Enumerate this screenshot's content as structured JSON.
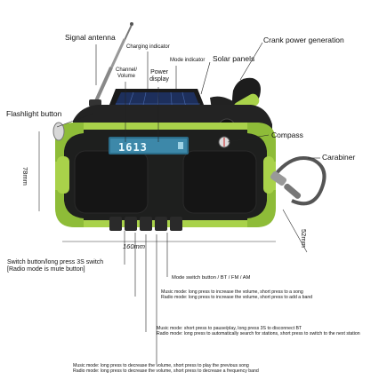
{
  "labels": {
    "signal_antenna": "Signal antenna",
    "charging_indicator": "Charging indicator",
    "mode_indicator": "Mode indicator",
    "solar_panels": "Solar panels",
    "crank_power": "Crank power generation",
    "channel_volume_1": "Channel/",
    "channel_volume_2": "Volume",
    "power_display_1": "Power",
    "power_display_2": "display",
    "flashlight_button": "Flashlight button",
    "compass": "Compass",
    "carabiner": "Carabiner",
    "switch_button_1": "Switch button/long press 3S switch",
    "switch_button_2": "[Radio mode is mute button]",
    "mode_switch": "Mode switch button / BT / FM / AM",
    "music_up_1": "Music mode: long press to increase the volume, short press to a song",
    "music_up_2": "Radio mode: long press to increase the volume, short press to add a band",
    "music_pause_1": "Music mode: short press to pause/play, long press 3S to disconnect BT",
    "music_pause_2": "Radio mode: long press to automatically search for stations, short press to switch to the next station",
    "music_down_1": "Music mode: long press to decrease the volume, short press to play the previous song",
    "music_down_2": "Radio mode: long press to decrease the volume, short press to decrease a frequency band"
  },
  "dimensions": {
    "height": "78mm",
    "width": "160mm",
    "depth": "52mm"
  },
  "display": {
    "digits": "1613"
  },
  "colors": {
    "body": "#1e1f1e",
    "accent": "#a9d24a",
    "accent_dark": "#7ea62c",
    "lcd": "#2b6d8a",
    "solar": "#1d2f5c"
  }
}
